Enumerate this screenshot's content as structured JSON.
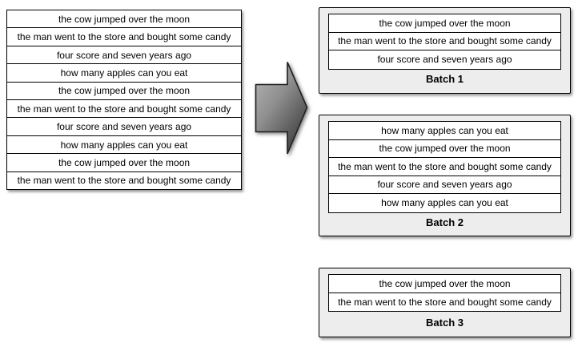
{
  "source_list": {
    "rows": [
      "the cow jumped over the moon",
      "the man went to the store and bought some candy",
      "four score and seven years ago",
      "how many apples can you eat",
      "the cow jumped over the moon",
      "the man went to the store and bought some candy",
      "four score and seven years ago",
      "how many apples can you eat",
      "the cow jumped over the moon",
      "the man went to the store and bought some candy"
    ]
  },
  "arrow": {
    "icon": "right-block-arrow"
  },
  "batches": [
    {
      "label": "Batch 1",
      "rows": [
        "the cow jumped over the moon",
        "the man went to the store and bought some candy",
        "four score and seven years ago"
      ]
    },
    {
      "label": "Batch 2",
      "rows": [
        "how many apples can you eat",
        "the cow jumped over the moon",
        "the man went to the store and bought some candy",
        "four score and seven years ago",
        "how many apples can you eat"
      ]
    },
    {
      "label": "Batch 3",
      "rows": [
        "the cow jumped over the moon",
        "the man went to the store and bought some candy"
      ]
    }
  ],
  "colors": {
    "row_bg": "#ffffff",
    "batch_bg": "#ededed",
    "border": "#000000",
    "arrow_gradient_start": "#b8b8b8",
    "arrow_gradient_mid": "#8f8f8f",
    "arrow_gradient_end": "#3a3a3a"
  }
}
